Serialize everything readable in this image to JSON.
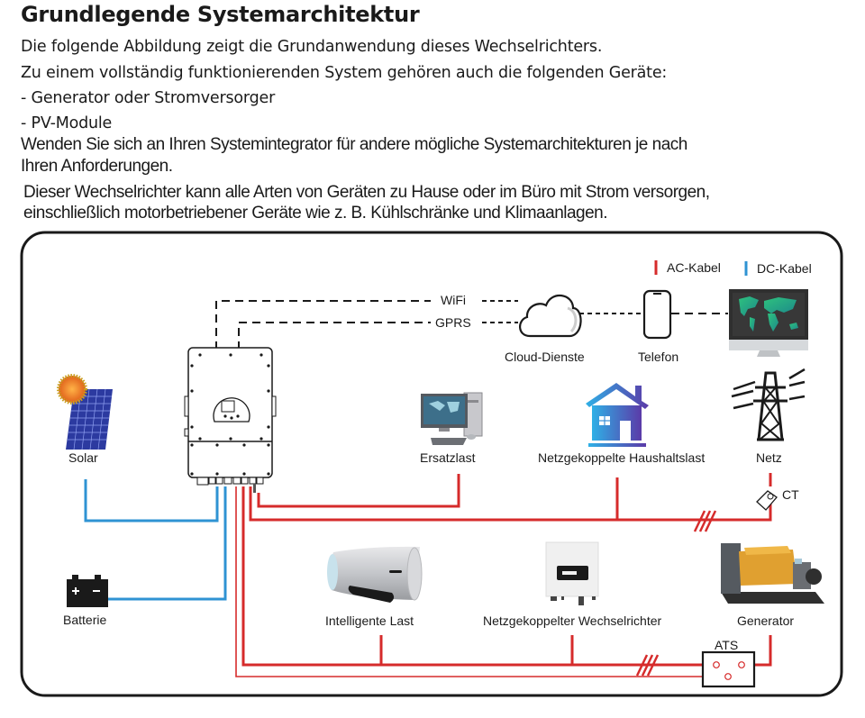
{
  "title": "Grundlegende Systemarchitektur",
  "intro": {
    "lines": [
      "Die folgende Abbildung zeigt die Grundanwendung dieses Wechselrichters.",
      "Zu einem vollständig funktionierenden System gehören auch die folgenden Geräte:",
      "- Generator oder Stromversorger",
      "- PV-Module",
      "Wenden Sie sich an Ihren Systemintegrator für andere mögliche Systemarchitekturen je nach",
      "Ihren Anforderungen.",
      "Dieser Wechselrichter kann alle Arten von Geräten zu Hause oder im Büro mit Strom versorgen,",
      "einschließlich motorbetriebener Geräte wie z. B. Kühlschränke und Klimaanlagen."
    ]
  },
  "legend": {
    "ac": {
      "label": "AC-Kabel",
      "color": "#d62b2b"
    },
    "dc": {
      "label": "DC-Kabel",
      "color": "#2f93d3"
    }
  },
  "communication": {
    "wifi": "WiFi",
    "gprs": "GPRS",
    "cloud": "Cloud-Dienste",
    "phone": "Telefon"
  },
  "components": {
    "solar": "Solar",
    "battery": "Batterie",
    "backup_load": "Ersatzlast",
    "home_load": "Netzgekoppelte Haushaltslast",
    "grid": "Netz",
    "ct": "CT",
    "smart_load": "Intelligente Last",
    "grid_inverter": "Netzgekoppelter Wechselrichter",
    "generator": "Generator",
    "ats": "ATS"
  },
  "colors": {
    "ac_wire": "#d62b2b",
    "dc_wire": "#2f93d3",
    "frame": "#1a1a1a"
  }
}
